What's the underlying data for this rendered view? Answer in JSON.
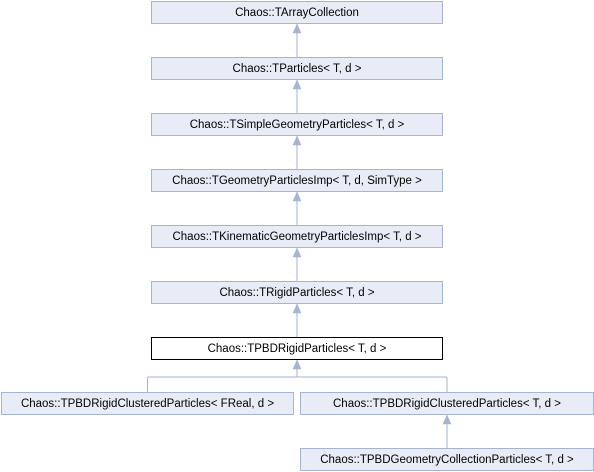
{
  "nodes": [
    {
      "id": "tarray",
      "label": "Chaos::TArrayCollection"
    },
    {
      "id": "tparticles",
      "label": "Chaos::TParticles< T, d >"
    },
    {
      "id": "tsimple",
      "label": "Chaos::TSimpleGeometryParticles< T, d >"
    },
    {
      "id": "tgeom",
      "label": "Chaos::TGeometryParticlesImp< T, d, SimType >"
    },
    {
      "id": "tkin",
      "label": "Chaos::TKinematicGeometryParticlesImp< T, d >"
    },
    {
      "id": "trigid",
      "label": "Chaos::TRigidParticles< T, d >"
    },
    {
      "id": "tpbd",
      "label": "Chaos::TPBDRigidParticles< T, d >",
      "current": true
    },
    {
      "id": "tclustfreal",
      "label": "Chaos::TPBDRigidClusteredParticles< FReal, d >"
    },
    {
      "id": "tclust",
      "label": "Chaos::TPBDRigidClusteredParticles< T, d >"
    },
    {
      "id": "tgeomcoll",
      "label": "Chaos::TPBDGeometryCollectionParticles< T, d >"
    }
  ],
  "edges": [
    {
      "from": "tparticles",
      "to": "tarray"
    },
    {
      "from": "tsimple",
      "to": "tparticles"
    },
    {
      "from": "tgeom",
      "to": "tsimple"
    },
    {
      "from": "tkin",
      "to": "tgeom"
    },
    {
      "from": "trigid",
      "to": "tkin"
    },
    {
      "from": "tpbd",
      "to": "trigid"
    },
    {
      "from": "tclustfreal",
      "to": "tpbd"
    },
    {
      "from": "tclust",
      "to": "tpbd"
    },
    {
      "from": "tgeomcoll",
      "to": "tclust"
    }
  ]
}
